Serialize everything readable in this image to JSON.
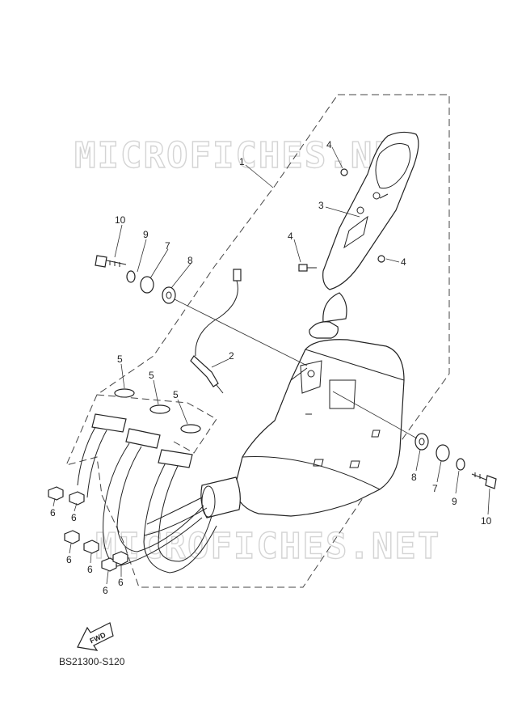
{
  "watermark": {
    "top": "MICROFICHES.NET",
    "bottom": "MICROFICHES.NET"
  },
  "callouts": {
    "c1": "1",
    "c2": "2",
    "c3": "3",
    "c4a": "4",
    "c4b": "4",
    "c4c": "4",
    "c5a": "5",
    "c5b": "5",
    "c5c": "5",
    "c6a": "6",
    "c6b": "6",
    "c6c": "6",
    "c6d": "6",
    "c6e": "6",
    "c6f": "6",
    "c7a": "7",
    "c7b": "7",
    "c8a": "8",
    "c8b": "8",
    "c9a": "9",
    "c9b": "9",
    "c10a": "10",
    "c10b": "10"
  },
  "fwd_label": "FWD",
  "diagram_code": "BS21300-S120"
}
